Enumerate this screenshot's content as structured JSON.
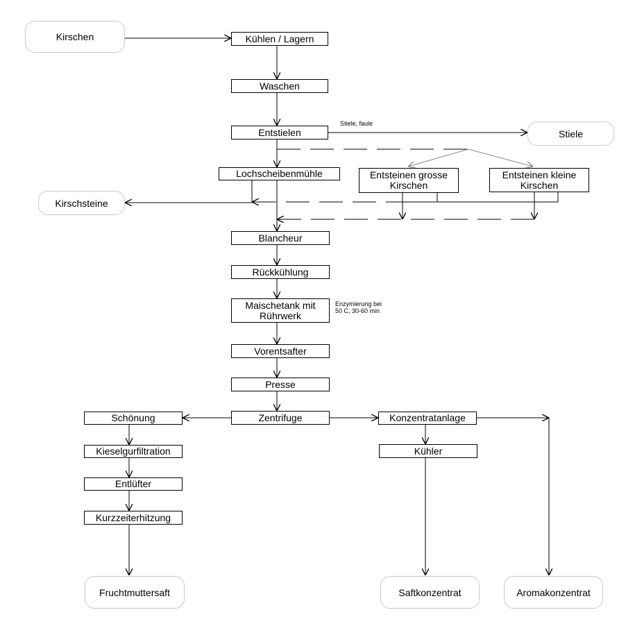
{
  "terminals": {
    "kirschen": "Kirschen",
    "stiele": "Stiele",
    "kirschsteine": "Kirschsteine",
    "fruchtmuttersaft": "Fruchtmuttersaft",
    "saftkonzentrat": "Saftkonzentrat",
    "aromakonzentrat": "Aromakonzentrat"
  },
  "steps": {
    "kuehlen_lagern": "Kühlen / Lagern",
    "waschen": "Waschen",
    "entstielen": "Entstielen",
    "lochscheibenmuehle": "Lochscheibenmühle",
    "entsteinen_grosse": "Entsteinen grosse Kirschen",
    "entsteinen_kleine": "Entsteinen kleine Kirschen",
    "blancheur": "Blancheur",
    "rueckkuehlung": "Rückkühlung",
    "maischetank": "Maischetank mit Rührwerk",
    "vorentsafter": "Vorentsafter",
    "presse": "Presse",
    "zentrifuge": "Zentrifuge",
    "schoenung": "Schönung",
    "kieselgurfiltration": "Kieselgurfiltration",
    "entluefter": "Entlüfter",
    "kurzzeiterhitzung": "Kurzzeiterhitzung",
    "konzentratanlage": "Konzentratanlage",
    "kuehler": "Kühler"
  },
  "notes": {
    "stiele_faule": "Stiele, faule",
    "enzymierung_line1": "Enzymierung bei",
    "enzymierung_line2": "50 C, 30-60 min"
  }
}
